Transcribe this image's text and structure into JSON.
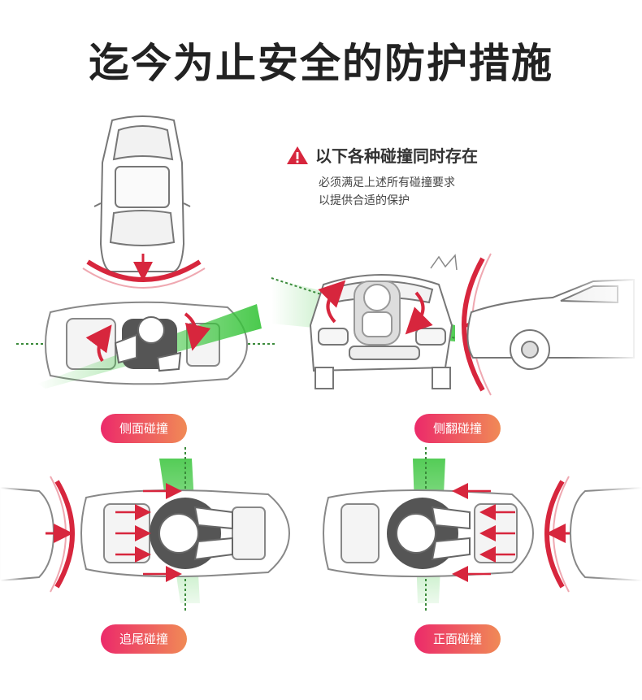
{
  "title": "迄今为止安全的防护措施",
  "note": {
    "heading": "以下各种碰撞同时存在",
    "line1": "必须满足上述所有碰撞要求",
    "line2": "以提供合适的保护",
    "icon": "warning-icon"
  },
  "labels": {
    "side_impact": "侧面碰撞",
    "rollover": "侧翻碰撞",
    "rear_impact": "追尾碰撞",
    "front_impact": "正面碰撞"
  },
  "colors": {
    "accent_red": "#d7263d",
    "accent_green": "#37c43a",
    "pill_start": "#ec2a6a",
    "pill_end": "#f08a56"
  }
}
